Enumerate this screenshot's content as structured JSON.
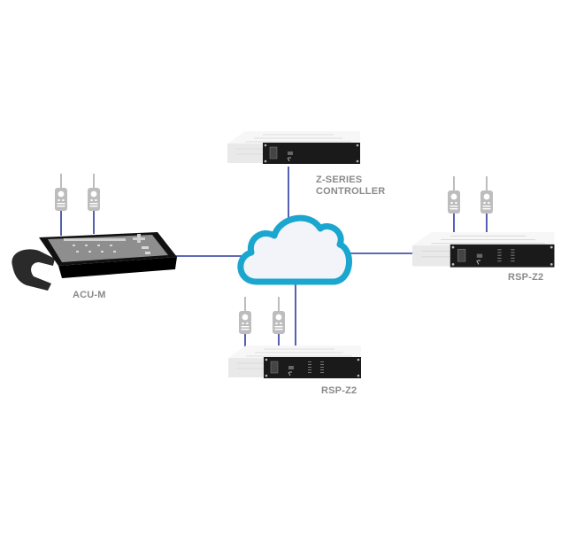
{
  "diagram": {
    "type": "network-topology",
    "colors": {
      "link": "#2b3a9c",
      "cloud_stroke": "#1aa6cf",
      "cloud_fill": "#f2f4fa",
      "label": "#8a8a8a",
      "radio": "#bdbdbd",
      "chassis": "#ececec",
      "front_panel": "#1a1a1a"
    },
    "network": {
      "name": "cloud",
      "icon": "cloud-icon"
    },
    "nodes": [
      {
        "id": "controller",
        "label_line1": "Z-SERIES",
        "label_line2": "CONTROLLER",
        "device": "rack-unit",
        "radios": 0
      },
      {
        "id": "acu-m",
        "label": "ACU-M",
        "device": "desk-console-with-handset",
        "radios": 2
      },
      {
        "id": "rsp-z2-right",
        "label": "RSP-Z2",
        "device": "rack-unit",
        "radios": 2
      },
      {
        "id": "rsp-z2-bottom",
        "label": "RSP-Z2",
        "device": "rack-unit",
        "radios": 2
      }
    ],
    "links": [
      {
        "from": "controller",
        "to": "cloud"
      },
      {
        "from": "acu-m",
        "to": "cloud"
      },
      {
        "from": "rsp-z2-right",
        "to": "cloud"
      },
      {
        "from": "rsp-z2-bottom",
        "to": "cloud"
      }
    ]
  }
}
